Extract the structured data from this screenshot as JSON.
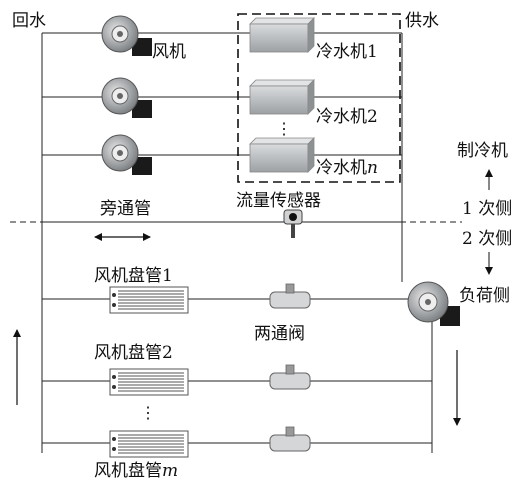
{
  "labels": {
    "return_water": "回水",
    "supply_water": "供水",
    "fan": "风机",
    "chiller_1": "冷水机1",
    "chiller_2": "冷水机2",
    "chiller_n_prefix": "冷水机",
    "chiller_n_suffix": "n",
    "bypass": "旁通管",
    "flow_sensor": "流量传感器",
    "refrigeration_side": "制冷机",
    "primary_side": "1 次侧",
    "secondary_side": "2 次侧",
    "load_side": "负荷侧",
    "fcu_1": "风机盘管1",
    "two_way_valve": "两通阀",
    "fcu_2": "风机盘管2",
    "fcu_m_prefix": "风机盘管",
    "fcu_m_suffix": "m",
    "ellipsis_chiller": "⋮",
    "ellipsis_fcu": "⋮"
  },
  "colors": {
    "pipe": "#222222",
    "chiller_body": "#b8bbbe",
    "fan_body": "#8f9396",
    "motor": "#1a1a1a",
    "coil": "#555555",
    "valve": "#c9cbcd"
  },
  "icons": [
    "fan-icon",
    "chiller-icon",
    "flow-sensor-icon",
    "fan-coil-icon",
    "valve-icon",
    "arrow-icon"
  ]
}
